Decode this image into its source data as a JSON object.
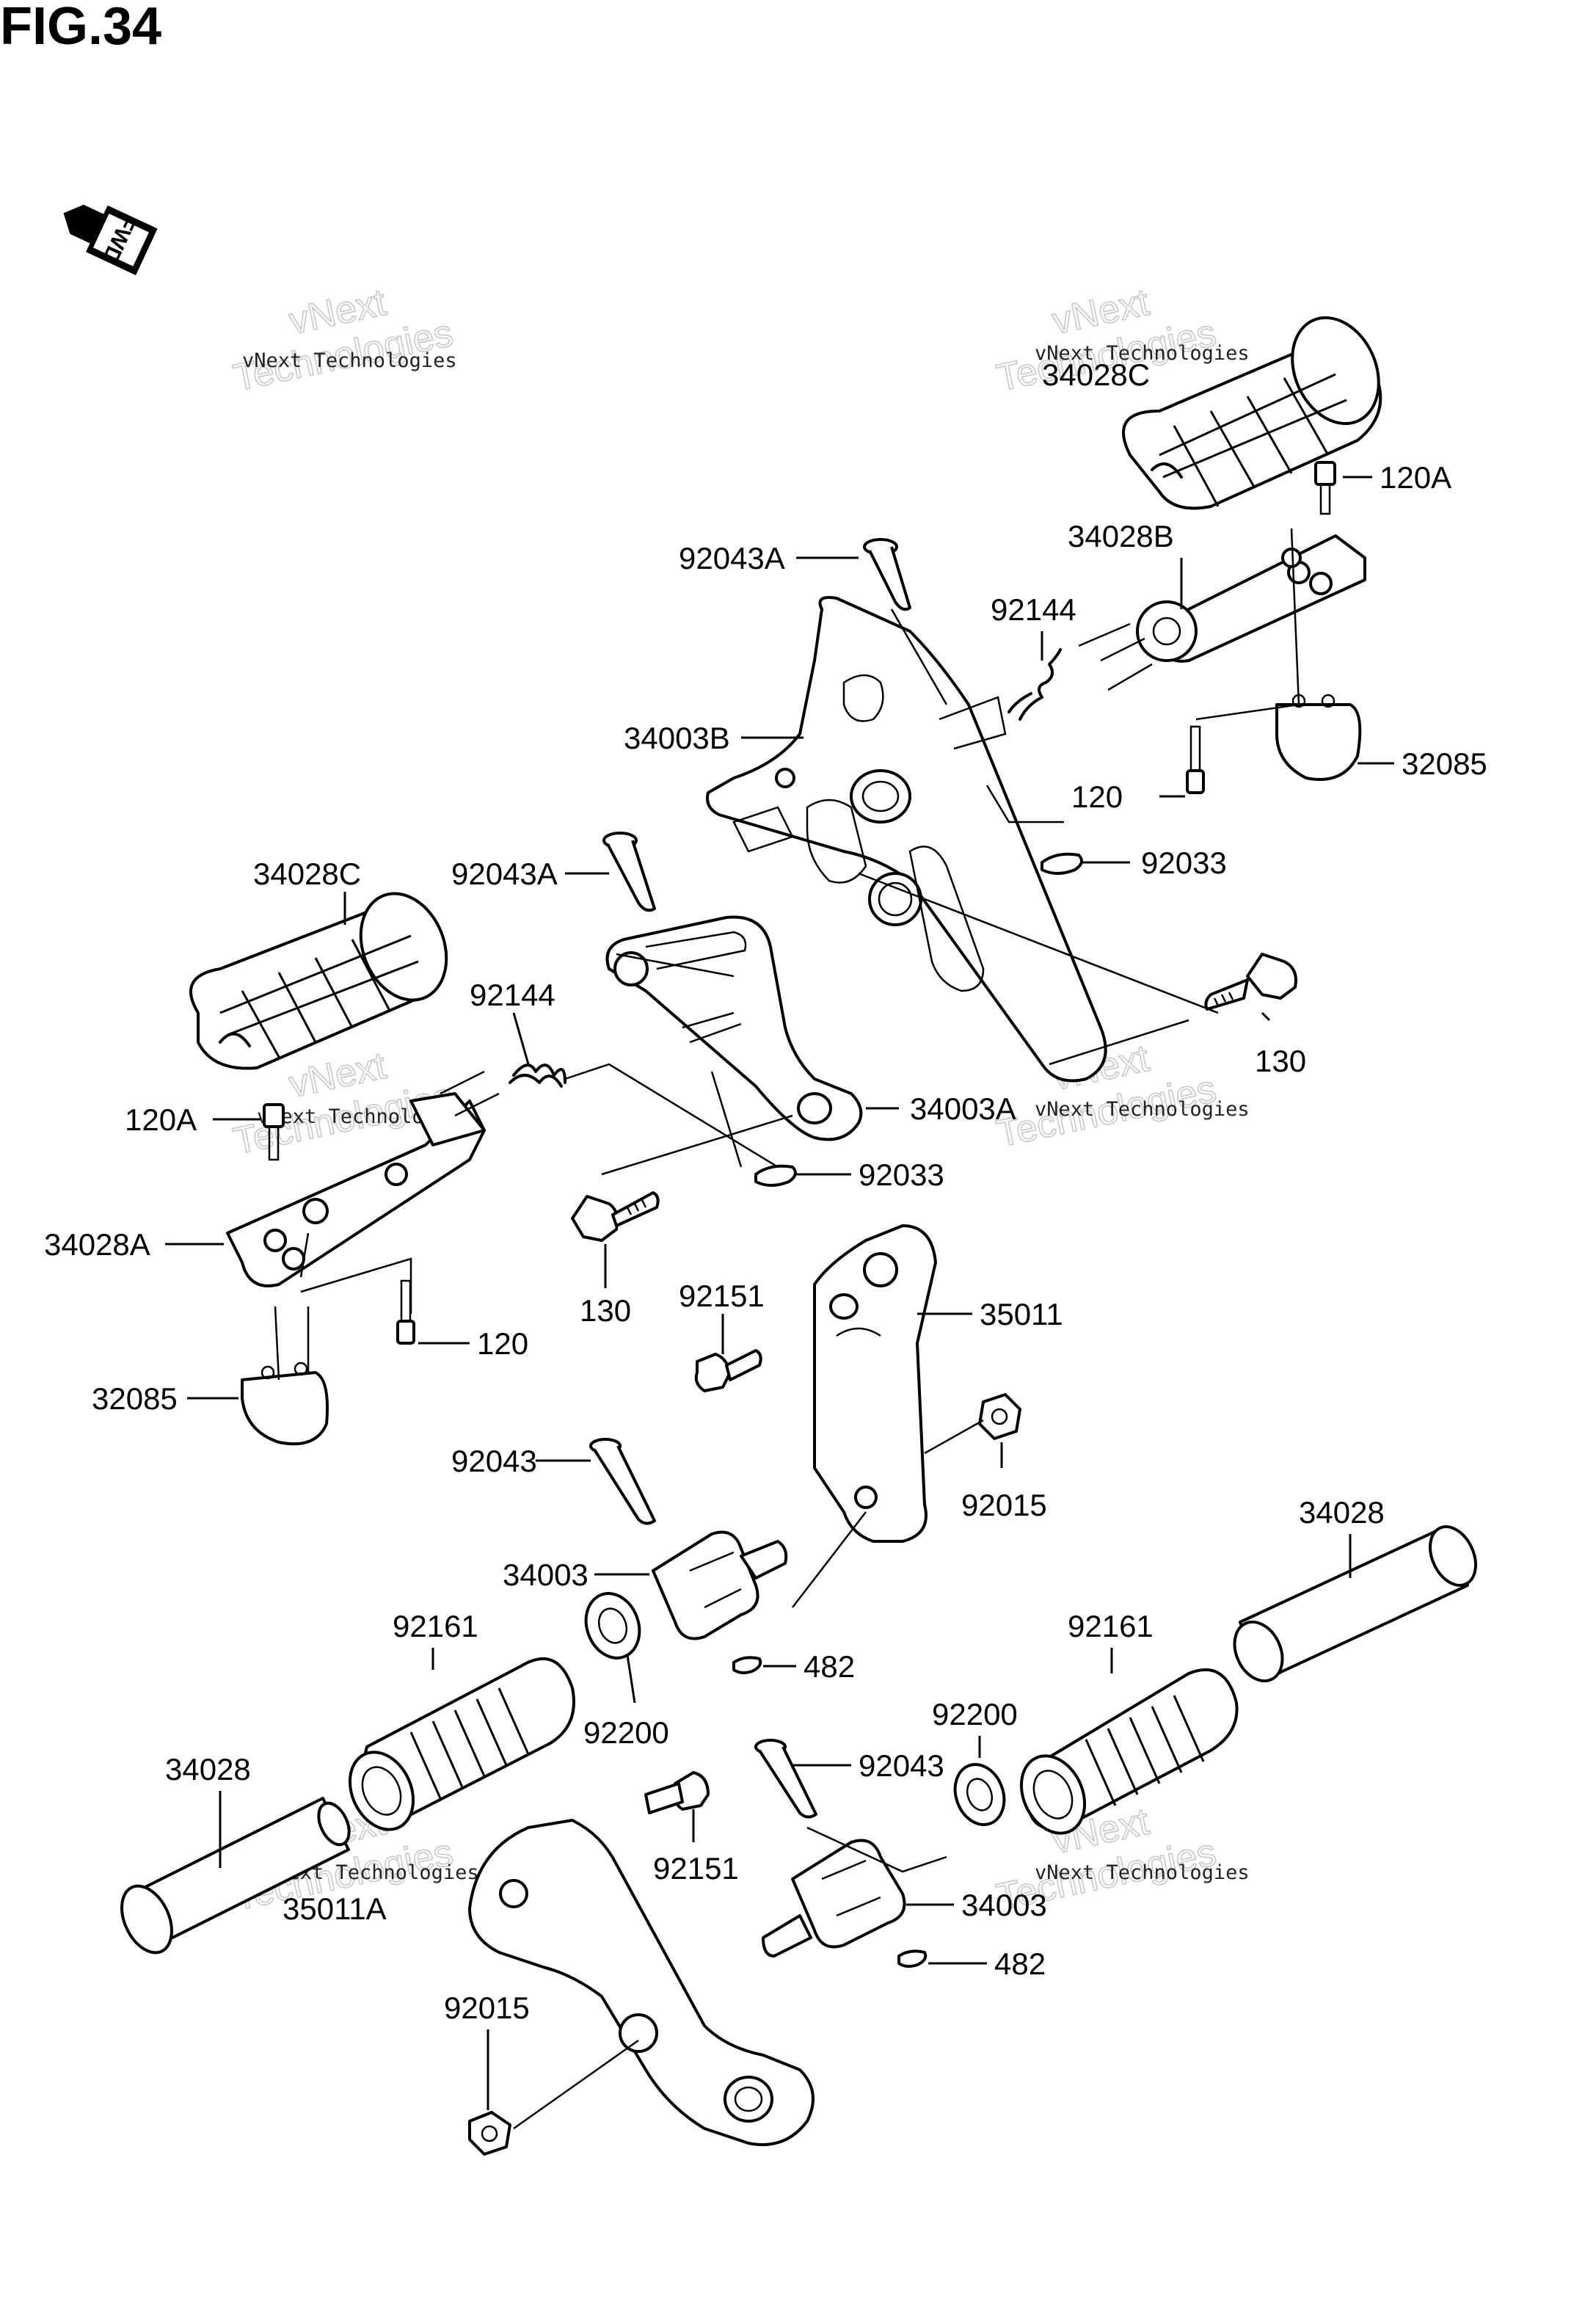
{
  "figure": {
    "title": "FIG.34",
    "fwd_label": "FWD"
  },
  "watermark": {
    "line1": "vNext",
    "line2": "Technologies",
    "small": "vNext Technologies"
  },
  "labels": [
    {
      "id": "l-34028C-top",
      "text": "34028C"
    },
    {
      "id": "l-120A-top",
      "text": "120A"
    },
    {
      "id": "l-34028B",
      "text": "34028B"
    },
    {
      "id": "l-92043A-top",
      "text": "92043A"
    },
    {
      "id": "l-92144-top",
      "text": "92144"
    },
    {
      "id": "l-34003B",
      "text": "34003B"
    },
    {
      "id": "l-120-top",
      "text": "120"
    },
    {
      "id": "l-32085-top",
      "text": "32085"
    },
    {
      "id": "l-92033-top",
      "text": "92033"
    },
    {
      "id": "l-92043A-mid",
      "text": "92043A"
    },
    {
      "id": "l-34028C-left",
      "text": "34028C"
    },
    {
      "id": "l-92144-left",
      "text": "92144"
    },
    {
      "id": "l-130-right",
      "text": "130"
    },
    {
      "id": "l-34003A",
      "text": "34003A"
    },
    {
      "id": "l-120A-left",
      "text": "120A"
    },
    {
      "id": "l-92033-mid",
      "text": "92033"
    },
    {
      "id": "l-34028A",
      "text": "34028A"
    },
    {
      "id": "l-130-mid",
      "text": "130"
    },
    {
      "id": "l-92151-mid",
      "text": "92151"
    },
    {
      "id": "l-35011",
      "text": "35011"
    },
    {
      "id": "l-120-left",
      "text": "120"
    },
    {
      "id": "l-32085-left",
      "text": "32085"
    },
    {
      "id": "l-92043-left",
      "text": "92043"
    },
    {
      "id": "l-92015-right",
      "text": "92015"
    },
    {
      "id": "l-34028-right",
      "text": "34028"
    },
    {
      "id": "l-34003-mid",
      "text": "34003"
    },
    {
      "id": "l-92161-left",
      "text": "92161"
    },
    {
      "id": "l-92161-right",
      "text": "92161"
    },
    {
      "id": "l-482-mid",
      "text": "482"
    },
    {
      "id": "l-92200-left",
      "text": "92200"
    },
    {
      "id": "l-92200-right",
      "text": "92200"
    },
    {
      "id": "l-34028-left",
      "text": "34028"
    },
    {
      "id": "l-92043-low",
      "text": "92043"
    },
    {
      "id": "l-92151-low",
      "text": "92151"
    },
    {
      "id": "l-35011A",
      "text": "35011A"
    },
    {
      "id": "l-34003-low",
      "text": "34003"
    },
    {
      "id": "l-482-low",
      "text": "482"
    },
    {
      "id": "l-92015-left",
      "text": "92015"
    }
  ]
}
